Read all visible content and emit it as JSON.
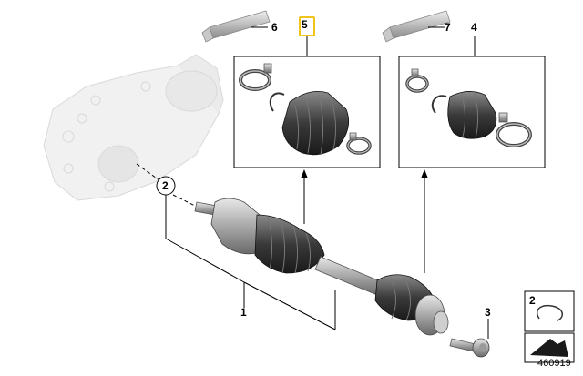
{
  "diagram": {
    "labels": {
      "one": "1",
      "two": "2",
      "three": "3",
      "four": "4",
      "five": "5",
      "six": "6",
      "seven": "7"
    },
    "legend": {
      "two": "2"
    },
    "code": "460919",
    "highlight_color": "#f0c419"
  }
}
